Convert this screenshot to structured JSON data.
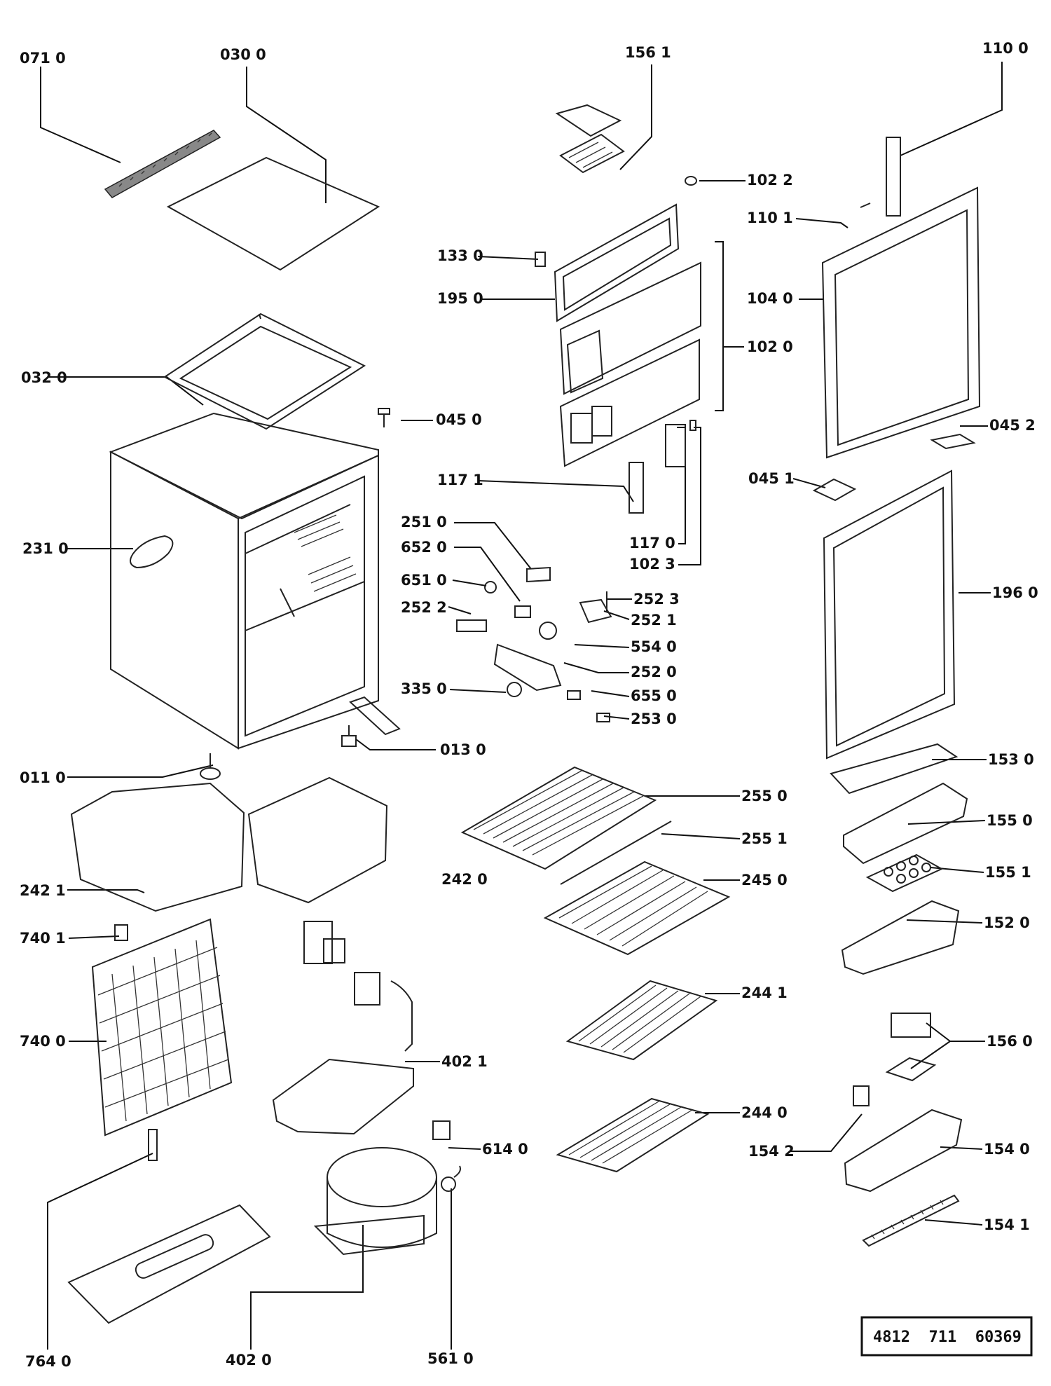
{
  "document_number": "4812  711  60369",
  "part_labels": {
    "p0710": "071 0",
    "p0300": "030  0",
    "p1561": "156  1",
    "p1100": "110 0",
    "p1022": "102 2",
    "p1101": "110 1",
    "p1330": "133 0",
    "p1950": "195 0",
    "p1040": "104 0",
    "p1020": "102 0",
    "p0320": "032 0",
    "p0450": "045 0",
    "p0452": "045 2",
    "p1171": "117 1",
    "p0451": "045 1",
    "p2310": "231 0",
    "p2510": "251 0",
    "p1170": "117 0",
    "p1023": "102 3",
    "p6520": "652 0",
    "p6510": "651 0",
    "p2523": "252 3",
    "p1960": "196 0",
    "p2522": "252 2",
    "p2521": "252 1",
    "p5540": "554 0",
    "p2520": "252 0",
    "p3350": "335 0",
    "p6550": "655 0",
    "p2530": "253 0",
    "p0130": "013 0",
    "p1530": "153 0",
    "p0110": "011 0",
    "p2550": "255 0",
    "p1550": "155 0",
    "p2551": "255 1",
    "p1551": "155 1",
    "p2421": "242 1",
    "p2420": "242 0",
    "p2450": "245 0",
    "p7401": "740 1",
    "p1520": "152 0",
    "p2441": "244 1",
    "p7400": "740 0",
    "p1560": "156 0",
    "p4021": "402 1",
    "p2440": "244 0",
    "p1542": "154 2",
    "p6140": "614 0",
    "p1540": "154 0",
    "p1541": "154 1",
    "p7640": "764 0",
    "p4020": "402  0",
    "p5610": "561 0"
  }
}
